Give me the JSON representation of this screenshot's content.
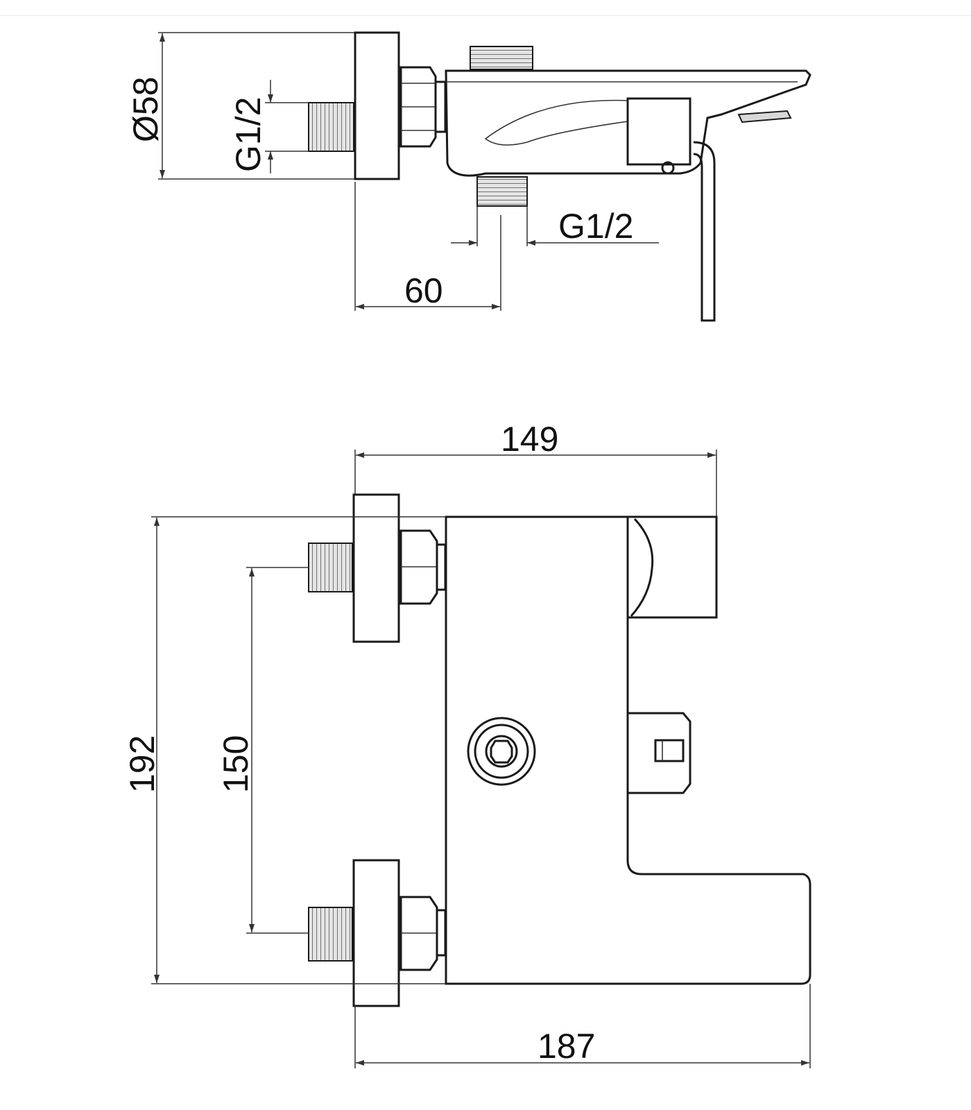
{
  "drawing": {
    "side_view": {
      "flange_diameter": "Ø58",
      "inlet_thread": "G1/2",
      "outlet_thread": "G1/2",
      "offset": "60"
    },
    "front_view": {
      "body_width": "149",
      "overall_height": "192",
      "inlet_spacing": "150",
      "overall_width": "187"
    }
  }
}
